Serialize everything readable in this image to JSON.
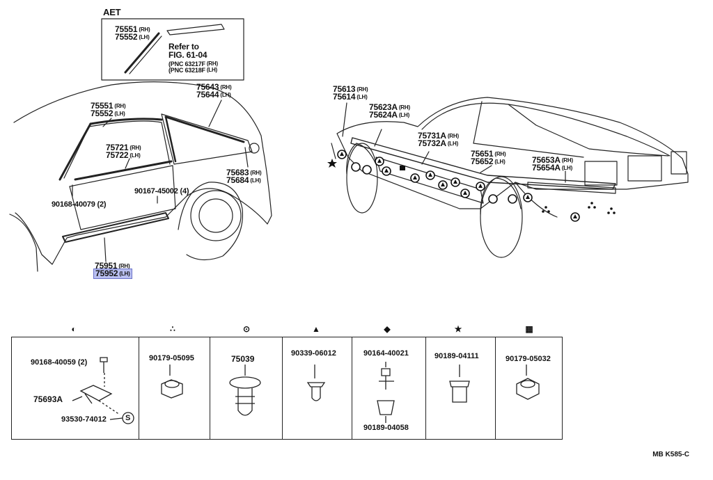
{
  "aet_box": {
    "title": "AET",
    "part_rh": "75551",
    "part_lh": "75552",
    "refer_line1": "Refer to",
    "refer_line2": "FIG. 61-04",
    "pnc_rh": "(PNC 63217F",
    "pnc_lh": "(PNC 63218F"
  },
  "side_tags": {
    "rh": "(RH)",
    "lh": "(LH)"
  },
  "left_car": {
    "p75551": "75551",
    "p75552": "75552",
    "p75643": "75643",
    "p75644": "75644",
    "p75721": "75721",
    "p75722": "75722",
    "p75683": "75683",
    "p75684": "75684",
    "p90167": "90167-45002 (4)",
    "p90168": "90168-40079 (2)",
    "p75951": "75951",
    "p75952": "75952"
  },
  "right_car": {
    "p75613": "75613",
    "p75614": "75614",
    "p75623A": "75623A",
    "p75624A": "75624A",
    "p75731A": "75731A",
    "p75732A": "75732A",
    "p75651": "75651",
    "p75652": "75652",
    "p75653A": "75653A",
    "p75654A": "75654A"
  },
  "legend": {
    "c1_sym": "◐",
    "c1_a": "90168-40059 (2)",
    "c1_b": "75693A",
    "c1_c": "93530-74012",
    "c1_s": "S",
    "c2_sym": "∴",
    "c2_a": "90179-05095",
    "c3_sym": "⊙",
    "c3_a": "75039",
    "c4_sym": "▲",
    "c4_a": "90339-06012",
    "c5_sym": "◆",
    "c5_a": "90164-40021",
    "c5_b": "90189-04058",
    "c6_sym": "★",
    "c6_a": "90189-04111",
    "c7_sym": "▦",
    "c7_a": "90179-05032"
  },
  "footer": "MB  K585-C",
  "colors": {
    "highlight": "#b9bff0",
    "line": "#222222"
  }
}
